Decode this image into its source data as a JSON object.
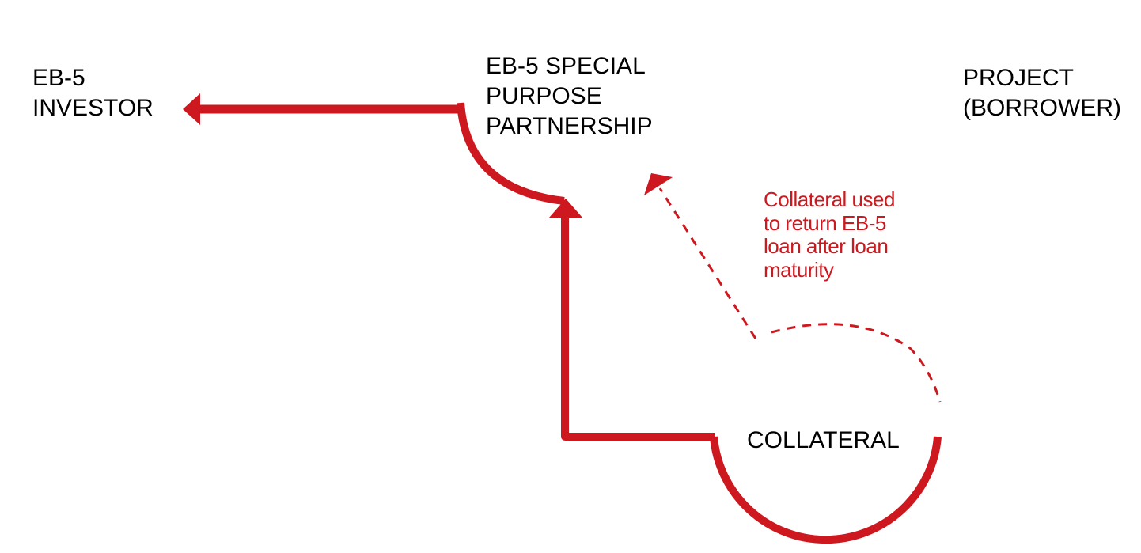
{
  "diagram": {
    "colors": {
      "accent": "#cc181e",
      "text": "#000000",
      "background": "#ffffff"
    },
    "nodes": {
      "investor": {
        "label": "EB-5\nINVESTOR"
      },
      "special_purpose_partnership": {
        "label": "EB-5 SPECIAL\nPURPOSE\nPARTNERSHIP"
      },
      "project": {
        "label": "PROJECT\n(BORROWER)"
      },
      "collateral": {
        "label": "COLLATERAL"
      }
    },
    "annotation": {
      "text": "Collateral used\nto return EB-5\nloan after loan\nmaturity"
    },
    "edges": [
      {
        "from": "special_purpose_partnership",
        "to": "investor",
        "style": "solid"
      },
      {
        "from": "collateral",
        "to": "special_purpose_partnership",
        "style": "solid"
      },
      {
        "from": "collateral",
        "to": "special_purpose_partnership",
        "style": "dashed",
        "label_ref": "annotation"
      }
    ]
  }
}
